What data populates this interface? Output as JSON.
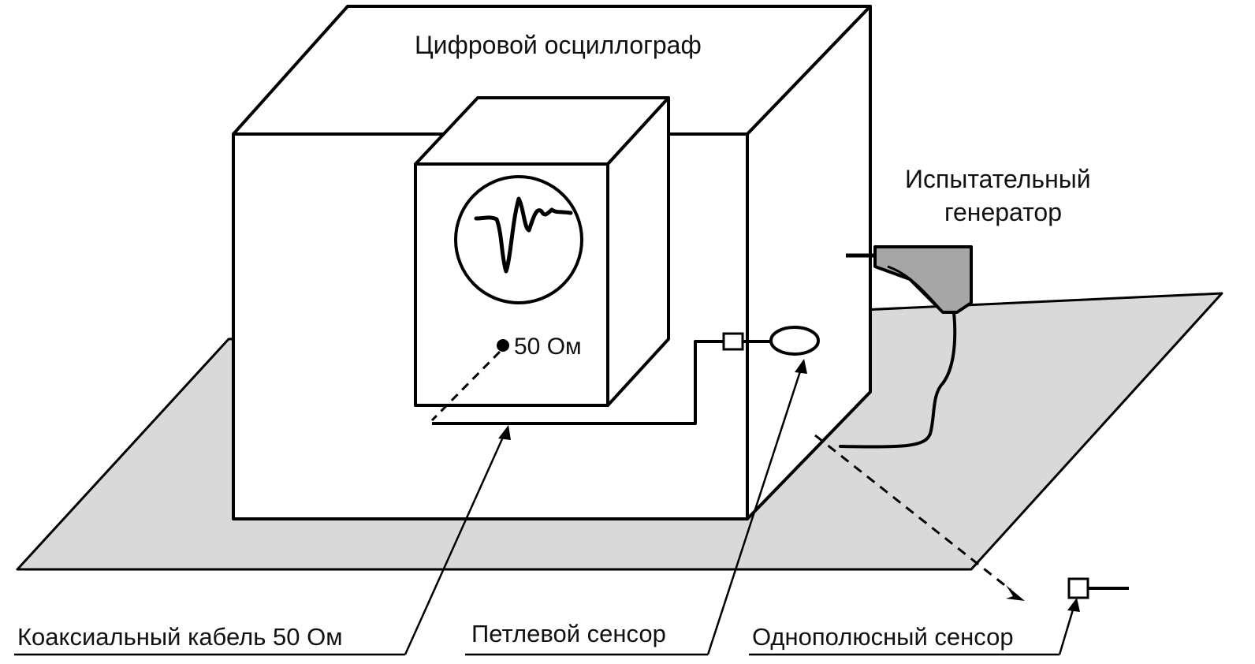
{
  "labels": {
    "oscilloscope": "Цифровой осциллограф",
    "generator_line1": "Испытательный",
    "generator_line2": "генератор",
    "impedance": "50 Ом",
    "coax_cable": "Коаксиальный кабель 50 Ом",
    "loop_sensor": "Петлевой сенсор",
    "monopole_sensor": "Однополюсный сенсор"
  },
  "colors": {
    "ground_plane": "#d9d9d9",
    "generator_body": "#a6a6a6",
    "line": "#000000"
  }
}
